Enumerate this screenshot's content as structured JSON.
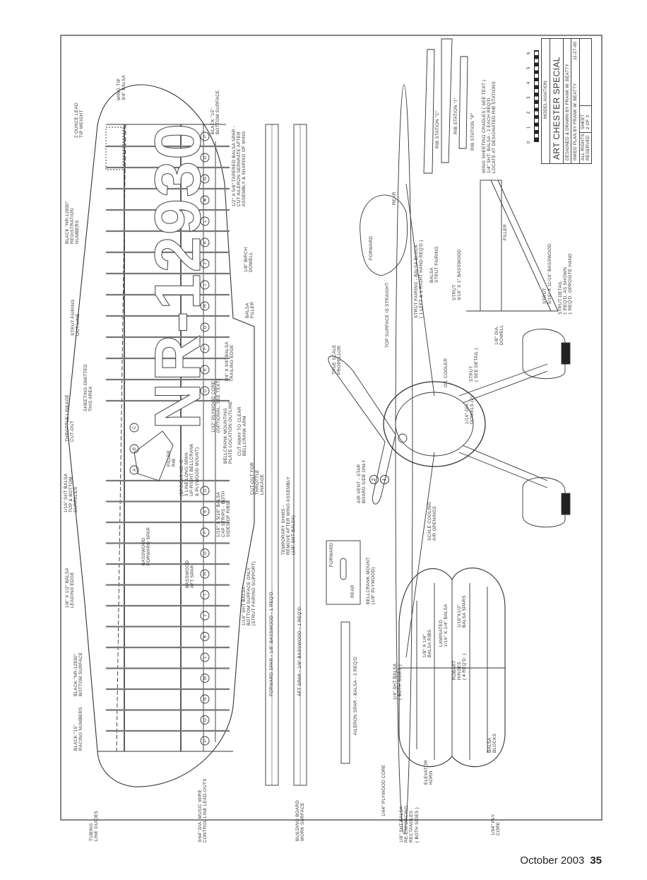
{
  "title_block": {
    "publisher": "MODEL AVIATION",
    "title": "ART CHESTER SPECIAL",
    "designed_by": "DESIGNED & DRAWN BY FRANK W. BEATTY",
    "inked_by": "INKED PLAN BY FRANK W. BEATTY",
    "date": "11-27-00",
    "rights": "ALL RIGHTS\nRESERVED",
    "sheet": "SHEET\n2 OF 3",
    "scale_ticks": [
      "0",
      "1",
      "2",
      "3",
      "4",
      "5",
      "6"
    ]
  },
  "rib_letters_top": [
    "P",
    "O",
    "N",
    "M",
    "L",
    "K",
    "J",
    "I",
    "H",
    "G",
    "F",
    "E",
    "D"
  ],
  "rib_letters_center": [
    "A",
    "B",
    "C"
  ],
  "rib_letters_bottom": [
    "D",
    "E",
    "F",
    "G",
    "H",
    "I",
    "J",
    "K",
    "L",
    "M",
    "N",
    "O",
    "P"
  ],
  "registration": "NR-12930",
  "callouts": [
    "1",
    "2"
  ],
  "labels": [
    "WING TIP\n3/4\" BALSA",
    "2 OUNCE LEAD\nTIP WEIGHT",
    "BLACK \"NR-12930\"\nREGISTRATION\nNUMBERS",
    "BLACK \"15\"\nBOTTOM SURFACE",
    "1/2\" X 5/8\" TAPERED BALSA SPAR -\nCUT AILERON SEPARATE AFTER\nASSEMBLY & SHAPING OF WING",
    "1/8\" BIRCH\nDOWELL",
    "BALSA\nFILLER",
    "STRUT FAIRING\nOUT-LINE",
    "1/4\" X 3/4\" BALSA\nTRAILING EDGE",
    "1/32\" PLYWOOD CORE\n(OPTIONAL, SEE TEXT)",
    "BELLCRANK MOUNTING\nPLATE LOCATION OUTLINE",
    "CUT AWAY TO CLEAR\nBELLCRANK ARM",
    "SHEETING OMITTED\nTHIS AREA",
    "THROTTLE LINKAGE\nCUT-OUT",
    "FILLER\nRIB",
    "(BROOKS NO. C\n3 LINE LONG SPAN\nUP-RIGHT BELLCRANK\n& PLYWOOD MOUNT)",
    "CUT-OUT FOR\nTHROTTLE\nLINKAGE",
    "1/16\" X 5/16\" BALSA\nCAP STRIPS - BOTH\nSIDES OF RIBS",
    "1/16\" SHT BALSA\nTOP & BOTTOM\nSURFACES",
    "TEMPORARY SHIMS -\nREMOVE AFTER WING ASSEMBLY\n(1/8\" SHT BALSA)",
    "BASSWOOD\nFORWARD SPAR",
    "BASSWOOD\nAFT SPAR",
    "1/16\" SHT BALSA\nBOTTOM SURFACE ONLY\n(STRUT FAIRING SUPPORT)",
    "1/8\" X 1/2\" BALSA\nLEADING EDGE",
    "BLACK \"NR-12930\"\nBOTTOM SURFACE",
    "BLACK \"15\"\nRACING NUMBERS",
    "TUBING\nLINE GUIDES",
    "3/64\" DIA. MUSIC WIRE\nCONTROL LINE LEAD-OUTS",
    "BUILDING BOARD\nWORK SURFACE",
    "FORWARD SPAR - 1/8\" BASSWOOD - 1 REQ'D.",
    "AFT SPAR - 1/8\" BASSWOOD - 1 REQ'D.",
    "AILERON SPAR - BALSA - 2 REQ'D.",
    "FORWARD",
    "REAR",
    "BELLCRANK MOUNT\n(1/8\" PLYWOOD)",
    "AIR VENT - STAR\nBOARD SIDE ONLY",
    "SCALE COOLING\nAIR OPENINGS",
    "TRUE SCALE\nPROPELLOR",
    "TOP SURFACE IS STRAIGHT",
    "OIL COOLER",
    "FORWARD",
    "REAR",
    "STRUT FAIRING - BALSA BLOCK\n( 1 LEFT & 1 RIGHT HAND REQ'D )",
    "BALSA\nSTRUT FAIRING",
    "STRUT\n3/16\" X 1\" BASSWOOD",
    "FILLER",
    "1/8\" DIA.\nDOWELL",
    "STRUT\n( SEE DETAIL )",
    "1/16\" DIA.\nDOWELS (2)",
    "STRUT\n5/16\" X 11/16\" BASSWOOD",
    "STRUT DETAIL\n1 REQ'D. AS SHOWN\n1 REQ'D. OPPOSITE HAND",
    "RIB STATION \"C\"",
    "RIB STATION \"I\"",
    "RIB STATION \"P\"",
    "WING SHEETING CRADLES ( SEE TEXT )\n1/4\" SHT. BALSA - 2 EACH REQ'D.\nLOCATE AT DESIGNATED RIB STATIONS",
    "1/8\" X 1/4\"\nBALSA RIBS",
    "LAMINATED\n1/16\" X 1/4\" BALSA",
    "1/16\"X1/2\"\nBALSA SPARS",
    "ROBART\nHINGES\n( 4 REQ'D. )",
    "1/4\" SHT BALSA\n( BOTH SIDES )",
    "ELEVATOR\nHORN",
    "BALSA\nBLOCKS",
    "1/64\" PLYWOOD CORE",
    "1/8\" SHT BALSA\nRE-ENFORCING\nRECTANGLES\n( BOTH SIDES )",
    "1/64\" PLY.\nCORE"
  ],
  "footer": {
    "issue": "October 2003",
    "page": "35"
  }
}
